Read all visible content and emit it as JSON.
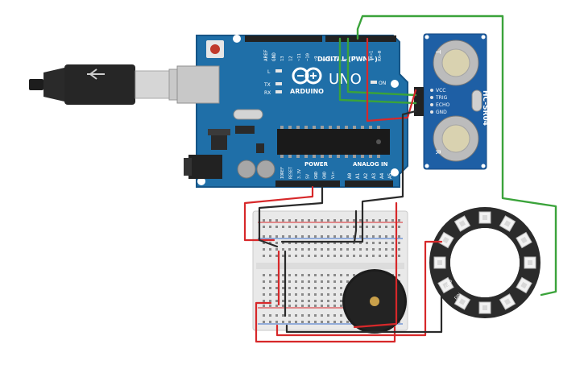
{
  "arduino": {
    "brand": "ARDUINO",
    "model": "UNO",
    "digital_label": "DIGITAL (PWM~)",
    "power_label": "POWER",
    "analog_label": "ANALOG IN",
    "aref": "AREF",
    "gnd": "GND",
    "led_l": "L",
    "led_tx": "TX",
    "led_rx": "RX",
    "on_label": "ON",
    "digital_pins": [
      "13",
      "12",
      "~11",
      "~10",
      "~9",
      "8",
      "7",
      "~6",
      "~5",
      "4",
      "~3",
      "2",
      "TX→1",
      "RX←0"
    ],
    "power_pins": [
      "IOREF",
      "RESET",
      "3.3V",
      "5V",
      "GND",
      "GND",
      "Vin"
    ],
    "analog_pins": [
      "A0",
      "A1",
      "A2",
      "A3",
      "A4",
      "A5"
    ]
  },
  "sensor": {
    "model": "HC-SR04",
    "pins": [
      "VCC",
      "TRIG",
      "ECHO",
      "GND"
    ],
    "left_mark": "T",
    "right_mark": "R"
  },
  "ring": {
    "pin_labels": [
      "GND",
      "DIN"
    ]
  },
  "colors": {
    "board": "#1f6fa8",
    "board_dark": "#155486",
    "wire_red": "#d7282a",
    "wire_black": "#2a2a2a",
    "wire_green": "#3aa33a",
    "sensor": "#1e5fa5",
    "breadboard": "#e9e9e9",
    "ring": "#2b2b2b"
  }
}
